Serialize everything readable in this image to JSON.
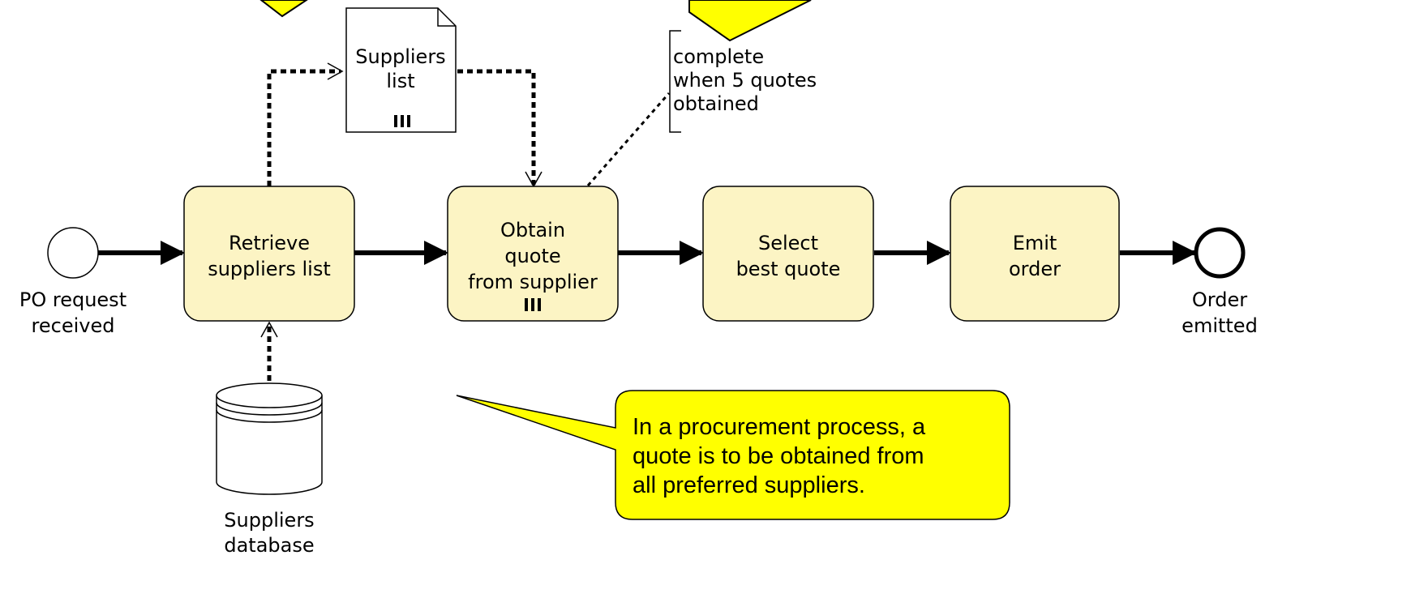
{
  "diagram": {
    "start_event": {
      "label_line1": "PO request",
      "label_line2": "received"
    },
    "end_event": {
      "label_line1": "Order",
      "label_line2": "emitted"
    },
    "tasks": [
      {
        "id": "retrieve",
        "lines": [
          "Retrieve",
          "suppliers list"
        ],
        "multi_instance": false
      },
      {
        "id": "obtain",
        "lines": [
          "Obtain",
          "quote",
          "from supplier"
        ],
        "multi_instance": true
      },
      {
        "id": "select",
        "lines": [
          "Select",
          "best quote"
        ],
        "multi_instance": false
      },
      {
        "id": "emit",
        "lines": [
          "Emit",
          "order"
        ],
        "multi_instance": false
      }
    ],
    "data_object": {
      "line1": "Suppliers",
      "line2": "list",
      "collection": true
    },
    "data_store": {
      "line1": "Suppliers",
      "line2": "database"
    },
    "annotation": {
      "line1": "complete",
      "line2": "when 5 quotes",
      "line3": "obtained"
    },
    "callout": {
      "line1": "In a procurement process, a",
      "line2": "quote is to be obtained from",
      "line3": "all preferred suppliers."
    }
  },
  "colors": {
    "task_fill": "#FCF4C4",
    "callout_fill": "#FFFF00",
    "stroke": "#000000"
  }
}
